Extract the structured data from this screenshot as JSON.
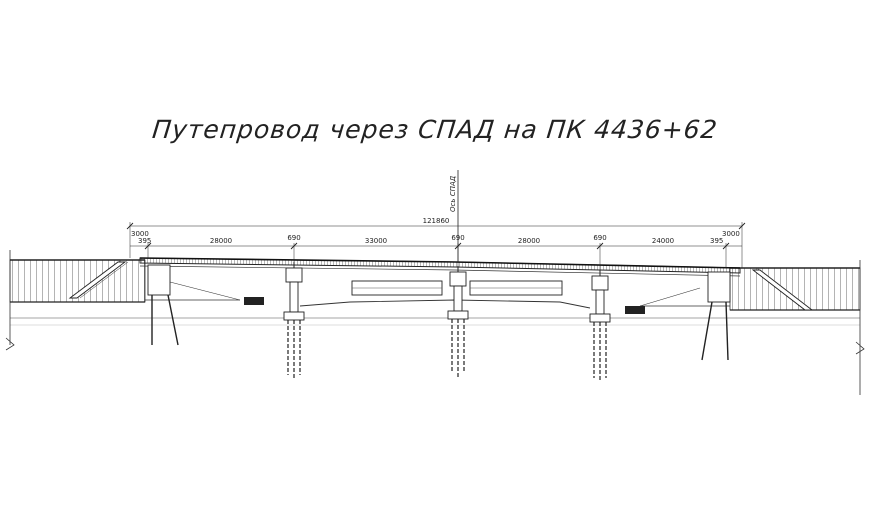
{
  "drawing": {
    "title": "Путепровод через СПАД на ПК 4436+62",
    "axis_label": "Ось СПАД",
    "total_length": "121860",
    "end_offsets": [
      "3000",
      "3000"
    ],
    "abutment_offsets": [
      "395",
      "395"
    ],
    "span_lengths": [
      "28000",
      "33000",
      "28000",
      "24000"
    ],
    "pier_widths": [
      "690",
      "690",
      "690"
    ]
  }
}
